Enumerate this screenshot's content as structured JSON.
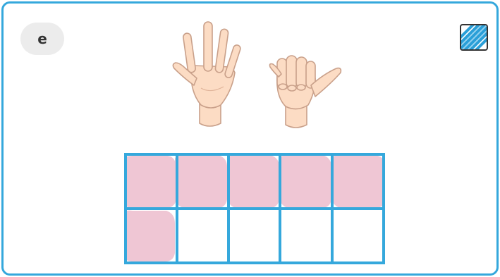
{
  "card": {
    "label": "e"
  },
  "hands": {
    "left_icon": "open-hand-five-fingers-icon",
    "right_icon": "hand-thumb-up-one-icon"
  },
  "ten_frame": {
    "rows": 2,
    "columns": 5,
    "filled_count": 6,
    "total_cells": 10
  },
  "toolbar": {
    "pattern_icon": "striped-pattern-icon"
  },
  "colors": {
    "border": "#35a8dc",
    "counter_fill": "#efc6d4",
    "pill_bg": "#ececec",
    "skin": "#fcdcc4",
    "skin_outline": "#c9a08a"
  }
}
